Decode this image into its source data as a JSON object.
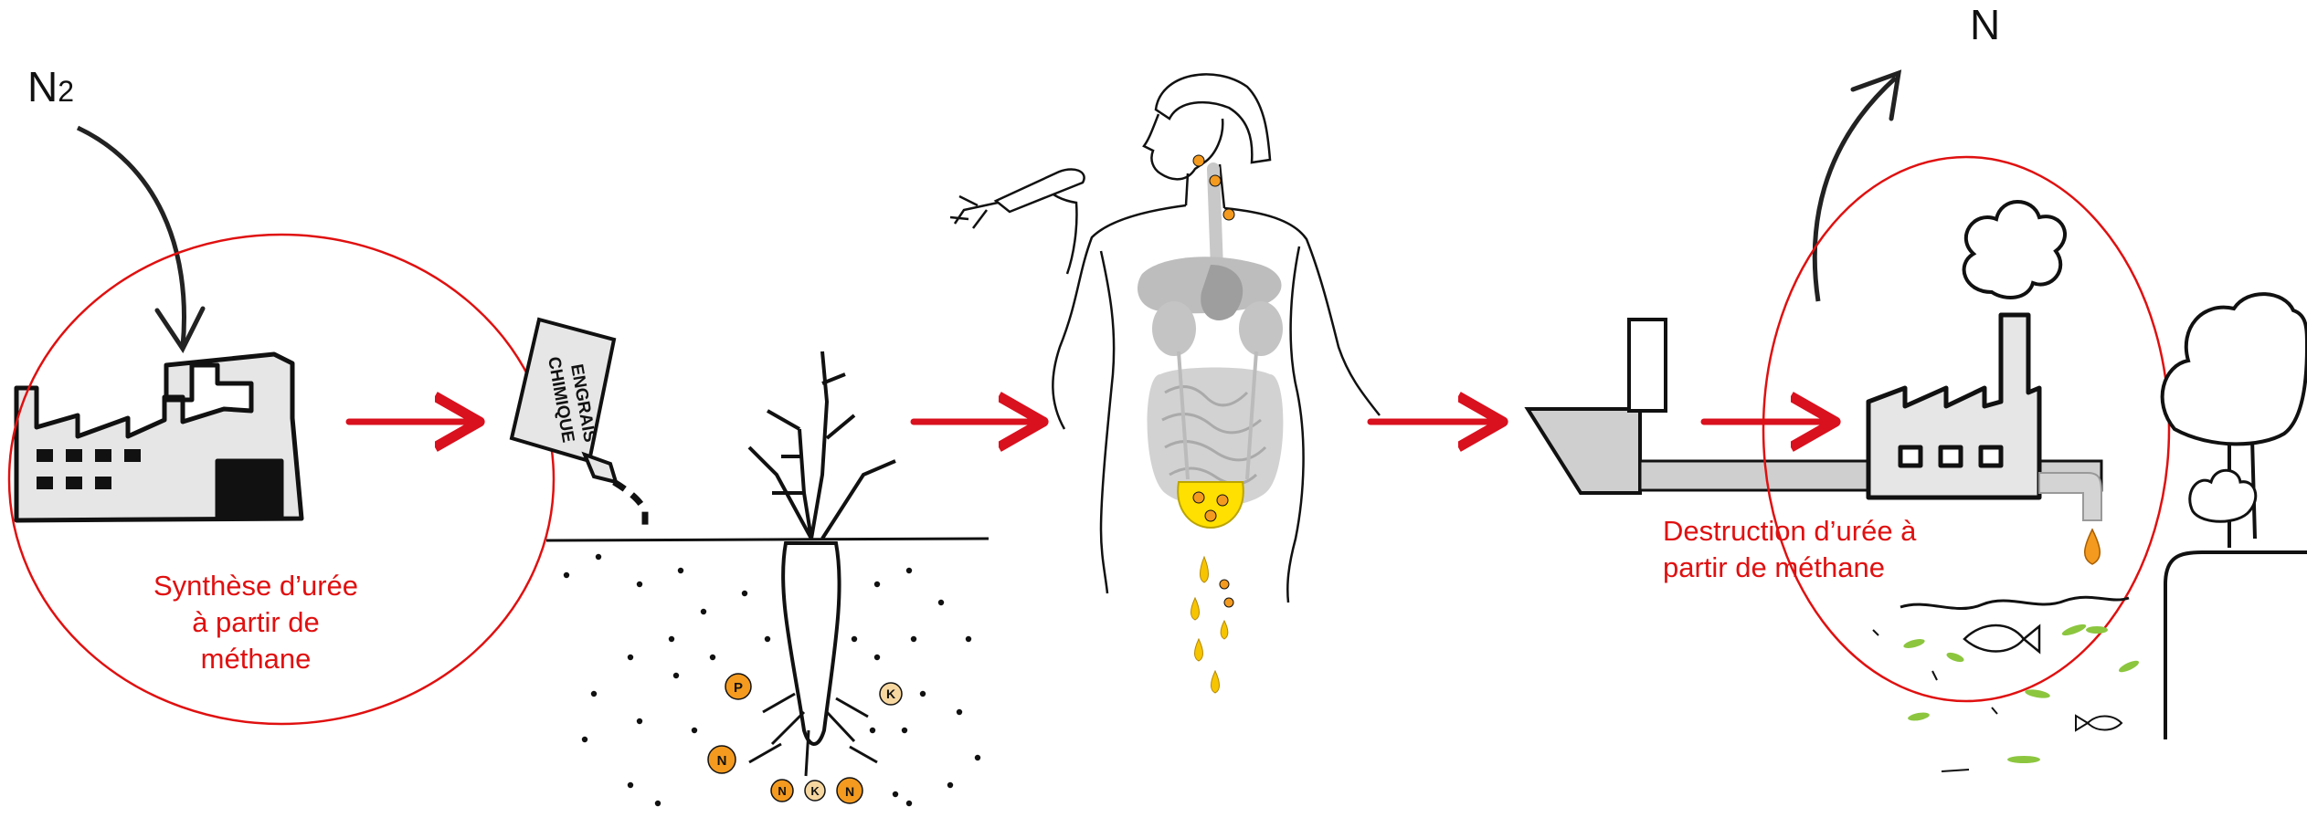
{
  "labels": {
    "n2_main": "N",
    "n2_sub": "2",
    "n_top": "N",
    "synthesis": [
      "Synthèse d’urée",
      "à partir de",
      "méthane"
    ],
    "destruction": [
      "Destruction d’urée à",
      "partir de méthane"
    ],
    "fertilizer_can": [
      "ENGRAIS",
      "CHIMIQUE"
    ],
    "nutrients": [
      "P",
      "N",
      "K"
    ]
  },
  "colors": {
    "circle": "#e01010",
    "arrow": "#d9101e",
    "ink": "#111111",
    "grey_fill": "#e6e6e6",
    "organ_grey": "#bdbdbd",
    "bladder": "#ffe000",
    "nutrient": "#f39a1f",
    "drop": "#f7c400",
    "seaweed": "#8cc63f"
  },
  "icons": [
    "factory-icon",
    "fertilizer-can-icon",
    "carrot-icon",
    "human-body-icon",
    "ship-icon",
    "treatment-plant-icon",
    "tree-icon",
    "fish-icon"
  ]
}
